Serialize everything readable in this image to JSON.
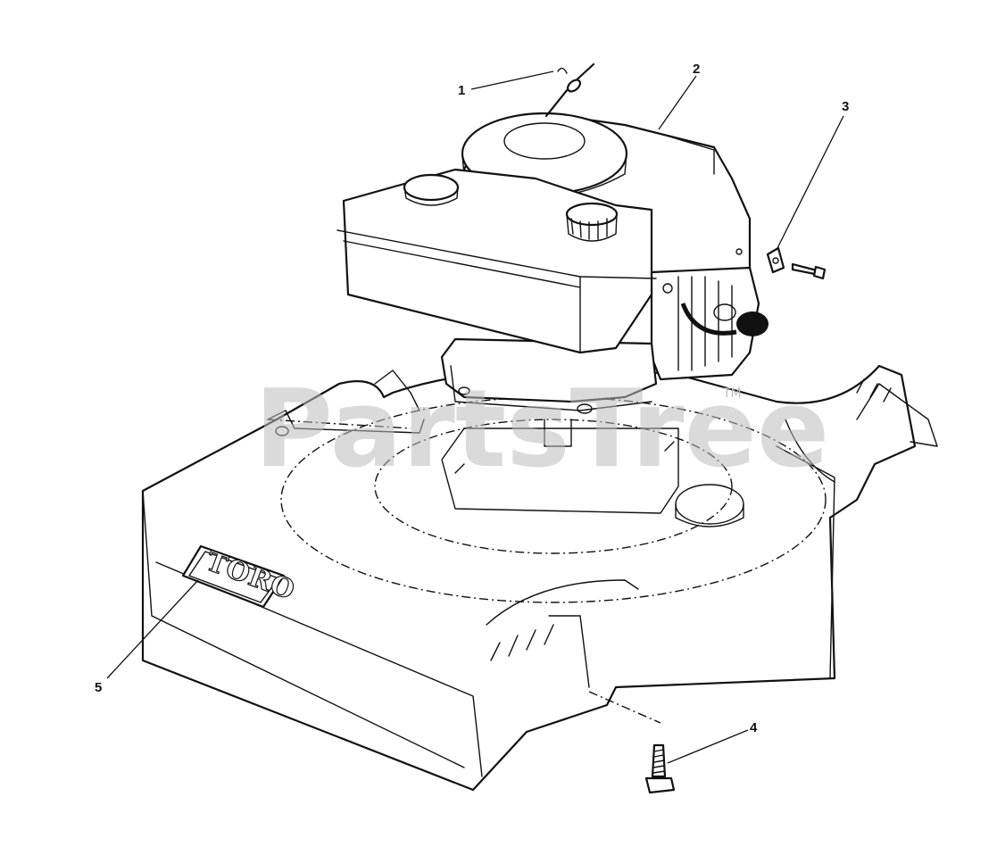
{
  "watermark": {
    "text": "PartsTree",
    "trademark": "TM"
  },
  "logo": {
    "text": "TORO"
  },
  "callouts": [
    {
      "label": "1",
      "part": "cable"
    },
    {
      "label": "2",
      "part": "engine"
    },
    {
      "label": "3",
      "part": "clip-and-screw"
    },
    {
      "label": "4",
      "part": "bolt"
    },
    {
      "label": "5",
      "part": "decal"
    }
  ]
}
